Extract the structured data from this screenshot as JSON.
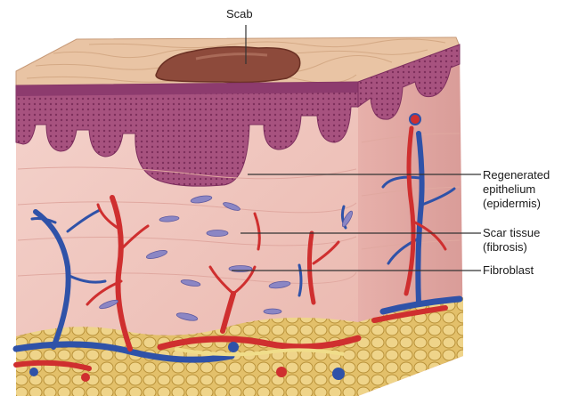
{
  "labels": {
    "scab": "Scab",
    "regenerated_line1": "Regenerated",
    "regenerated_line2": "epithelium",
    "regenerated_line3": "(epidermis)",
    "scar_line1": "Scar tissue",
    "scar_line2": "(fibrosis)",
    "fibroblast": "Fibroblast"
  },
  "colors": {
    "skin_surface": "#e8c3a2",
    "epidermis": "#a3507e",
    "dermis": "#f2c9c2",
    "scab": "#8d4a3b",
    "artery": "#cf2f2f",
    "vein": "#2f52a8",
    "fat": "#e7c46a",
    "fibroblast": "#8b86c4"
  }
}
